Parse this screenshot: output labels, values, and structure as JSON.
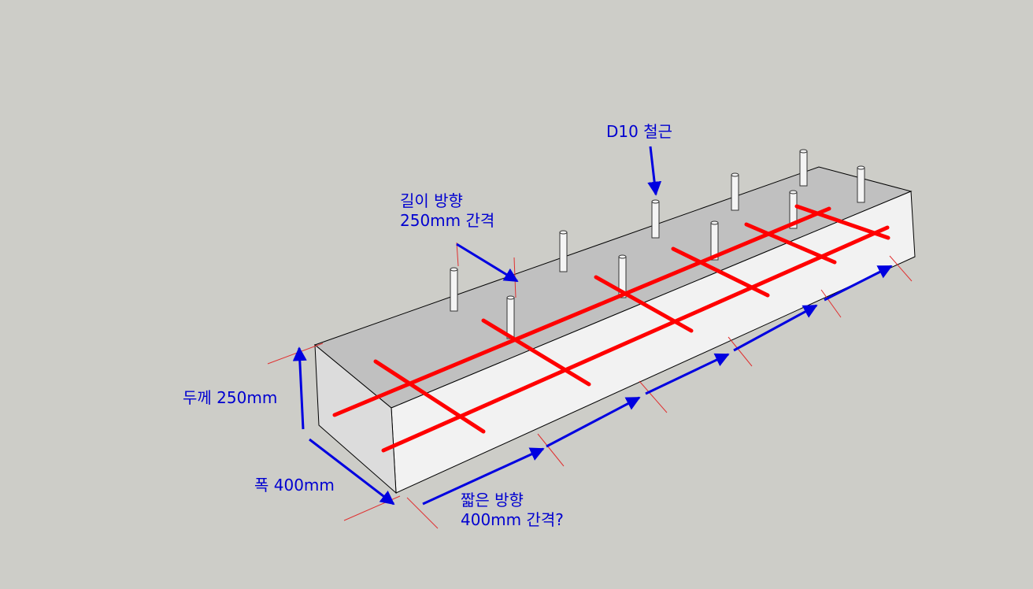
{
  "labels": {
    "rebar": "D10 철근",
    "length_dir_line1": "길이 방향",
    "length_dir_line2": "250mm 간격",
    "thickness": "두께 250mm",
    "width": "폭 400mm",
    "short_dir_line1": "짧은 방향",
    "short_dir_line2": "400mm 간격?"
  },
  "colors": {
    "annotation": "#0000d0",
    "rebar": "#ff0000",
    "top_face": "#c0c0c0",
    "side_face": "#f2f2f2",
    "end_face": "#dcdcdc",
    "background": "#cdcdc8"
  }
}
